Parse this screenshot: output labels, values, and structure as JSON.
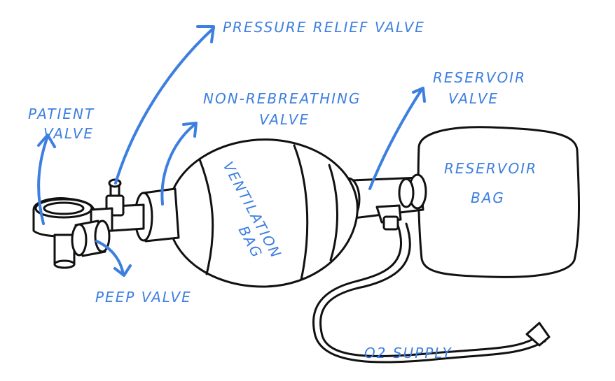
{
  "labels": {
    "pressure_relief_valve": "PRESSURE RELIEF VALVE",
    "patient_valve_1": "PATIENT",
    "patient_valve_2": "VALVE",
    "non_rebreathing_valve_1": "NON-REBREATHING",
    "non_rebreathing_valve_2": "VALVE",
    "reservoir_valve_1": "RESERVOIR",
    "reservoir_valve_2": "VALVE",
    "ventilation_bag_1": "VENTILATION",
    "ventilation_bag_2": "BAG",
    "reservoir_bag_1": "RESERVOIR",
    "reservoir_bag_2": "BAG",
    "peep_valve": "PEEP VALVE",
    "o2_supply": "O2 SUPPLY"
  },
  "colors": {
    "label_blue": "#3d7fe0",
    "ink": "#111111"
  }
}
